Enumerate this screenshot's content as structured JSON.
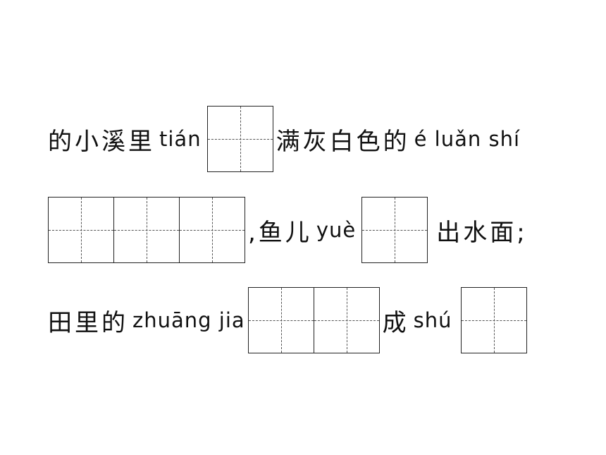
{
  "line1": {
    "text_a": "的小溪里",
    "pinyin_a": "tián",
    "boxes_a": 1,
    "text_b": "满灰白色的",
    "pinyin_b": "é luǎn shí"
  },
  "line2": {
    "boxes_a": 3,
    "text_a": ",鱼儿",
    "pinyin_a": "yuè",
    "boxes_b": 1,
    "text_b": "出水面;"
  },
  "line3": {
    "text_a": "田里的",
    "pinyin_a": "zhuāng jia",
    "boxes_a": 2,
    "text_b": "成",
    "pinyin_b": "shú",
    "boxes_b": 1
  }
}
